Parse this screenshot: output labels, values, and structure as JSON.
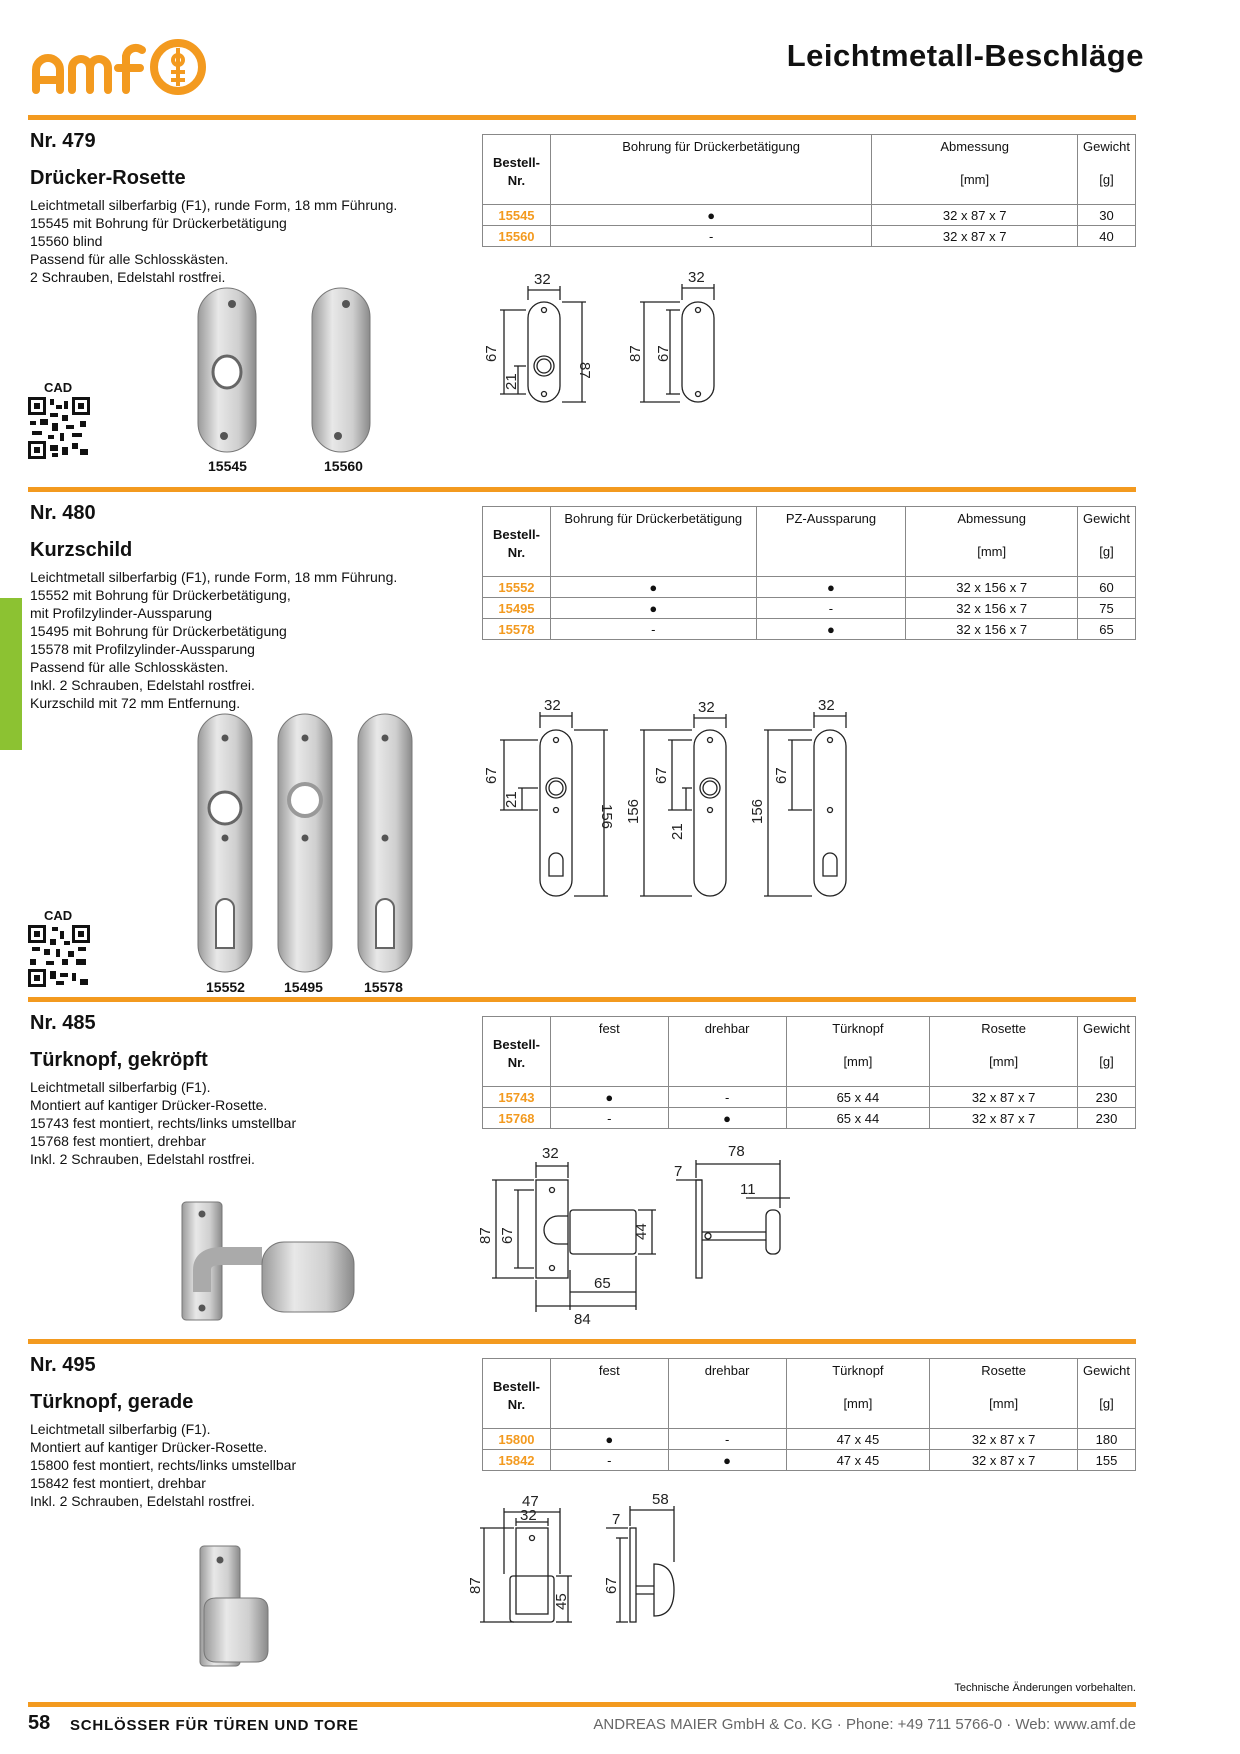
{
  "header": {
    "logo_text": "amf",
    "title": "Leichtmetall-Beschläge"
  },
  "sections": [
    {
      "nr": "Nr. 479",
      "title": "Drücker-Rosette",
      "description": [
        "Leichtmetall silberfarbig (F1), runde Form, 18 mm Führung.",
        "15545 mit Bohrung für Drückerbetätigung",
        "15560 blind",
        "Passend für alle Schlosskästen.",
        "2 Schrauben, Edelstahl rostfrei."
      ],
      "cad_label": "CAD",
      "captions": [
        "15545",
        "15560"
      ],
      "table": {
        "bestell": "Bestell-",
        "nr": "Nr.",
        "columns": [
          {
            "label": "Bohrung für Drückerbetätigung",
            "unit": ""
          },
          {
            "label": "Abmessung",
            "unit": "[mm]"
          },
          {
            "label": "Gewicht",
            "unit": "[g]"
          }
        ],
        "rows": [
          {
            "art": "15545",
            "cells": [
              "●",
              "32 x 87 x 7",
              "30"
            ]
          },
          {
            "art": "15560",
            "cells": [
              "-",
              "32 x 87 x 7",
              "40"
            ]
          }
        ]
      },
      "dims": [
        "32",
        "67",
        "21",
        "87",
        "32",
        "87",
        "67"
      ]
    },
    {
      "nr": "Nr. 480",
      "title": "Kurzschild",
      "description": [
        "Leichtmetall silberfarbig (F1), runde Form, 18 mm Führung.",
        "15552 mit Bohrung für Drückerbetätigung,",
        "mit Profilzylinder-Aussparung",
        "15495 mit Bohrung für Drückerbetätigung",
        "15578 mit Profilzylinder-Aussparung",
        "Passend für alle Schlosskästen.",
        "Inkl. 2 Schrauben, Edelstahl rostfrei.",
        "Kurzschild mit 72 mm Entfernung."
      ],
      "cad_label": "CAD",
      "captions": [
        "15552",
        "15495",
        "15578"
      ],
      "table": {
        "bestell": "Bestell-",
        "nr": "Nr.",
        "columns": [
          {
            "label": "Bohrung für Drückerbetätigung",
            "unit": ""
          },
          {
            "label": "PZ-Aussparung",
            "unit": ""
          },
          {
            "label": "Abmessung",
            "unit": "[mm]"
          },
          {
            "label": "Gewicht",
            "unit": "[g]"
          }
        ],
        "rows": [
          {
            "art": "15552",
            "cells": [
              "●",
              "●",
              "32 x 156 x 7",
              "60"
            ]
          },
          {
            "art": "15495",
            "cells": [
              "●",
              "-",
              "32 x 156 x 7",
              "75"
            ]
          },
          {
            "art": "15578",
            "cells": [
              "-",
              "●",
              "32 x 156 x 7",
              "65"
            ]
          }
        ]
      },
      "dims": [
        "32",
        "67",
        "21",
        "156",
        "32",
        "156",
        "67",
        "21",
        "32",
        "156",
        "67"
      ]
    },
    {
      "nr": "Nr. 485",
      "title": "Türknopf, gekröpft",
      "description": [
        "Leichtmetall silberfarbig (F1).",
        "Montiert auf kantiger Drücker-Rosette.",
        "15743 fest montiert, rechts/links umstellbar",
        "15768 fest montiert, drehbar",
        "Inkl. 2 Schrauben, Edelstahl rostfrei."
      ],
      "table": {
        "bestell": "Bestell-",
        "nr": "Nr.",
        "columns": [
          {
            "label": "fest",
            "unit": ""
          },
          {
            "label": "drehbar",
            "unit": ""
          },
          {
            "label": "Türknopf",
            "unit": "[mm]"
          },
          {
            "label": "Rosette",
            "unit": "[mm]"
          },
          {
            "label": "Gewicht",
            "unit": "[g]"
          }
        ],
        "rows": [
          {
            "art": "15743",
            "cells": [
              "●",
              "-",
              "65 x 44",
              "32 x 87 x 7",
              "230"
            ]
          },
          {
            "art": "15768",
            "cells": [
              "-",
              "●",
              "65 x 44",
              "32 x 87 x 7",
              "230"
            ]
          }
        ]
      },
      "dims": [
        "32",
        "87",
        "67",
        "44",
        "65",
        "84",
        "78",
        "7",
        "11"
      ]
    },
    {
      "nr": "Nr. 495",
      "title": "Türknopf, gerade",
      "description": [
        "Leichtmetall silberfarbig (F1).",
        "Montiert auf kantiger Drücker-Rosette.",
        "15800 fest montiert, rechts/links umstellbar",
        "15842 fest montiert, drehbar",
        "Inkl. 2 Schrauben, Edelstahl rostfrei."
      ],
      "table": {
        "bestell": "Bestell-",
        "nr": "Nr.",
        "columns": [
          {
            "label": "fest",
            "unit": ""
          },
          {
            "label": "drehbar",
            "unit": ""
          },
          {
            "label": "Türknopf",
            "unit": "[mm]"
          },
          {
            "label": "Rosette",
            "unit": "[mm]"
          },
          {
            "label": "Gewicht",
            "unit": "[g]"
          }
        ],
        "rows": [
          {
            "art": "15800",
            "cells": [
              "●",
              "-",
              "47 x 45",
              "32 x 87 x 7",
              "180"
            ]
          },
          {
            "art": "15842",
            "cells": [
              "-",
              "●",
              "47 x 45",
              "32 x 87 x 7",
              "155"
            ]
          }
        ]
      },
      "dims": [
        "47",
        "32",
        "87",
        "45",
        "58",
        "7",
        "67"
      ]
    }
  ],
  "footer": {
    "note": "Technische Änderungen vorbehalten.",
    "page": "58",
    "chapter": "SCHLÖSSER FÜR TÜREN UND TORE",
    "company": "ANDREAS MAIER GmbH & Co. KG · Phone: +49 711 5766-0 · Web: www.amf.de"
  },
  "colors": {
    "accent": "#f39a1f",
    "tab": "#8cc232"
  }
}
